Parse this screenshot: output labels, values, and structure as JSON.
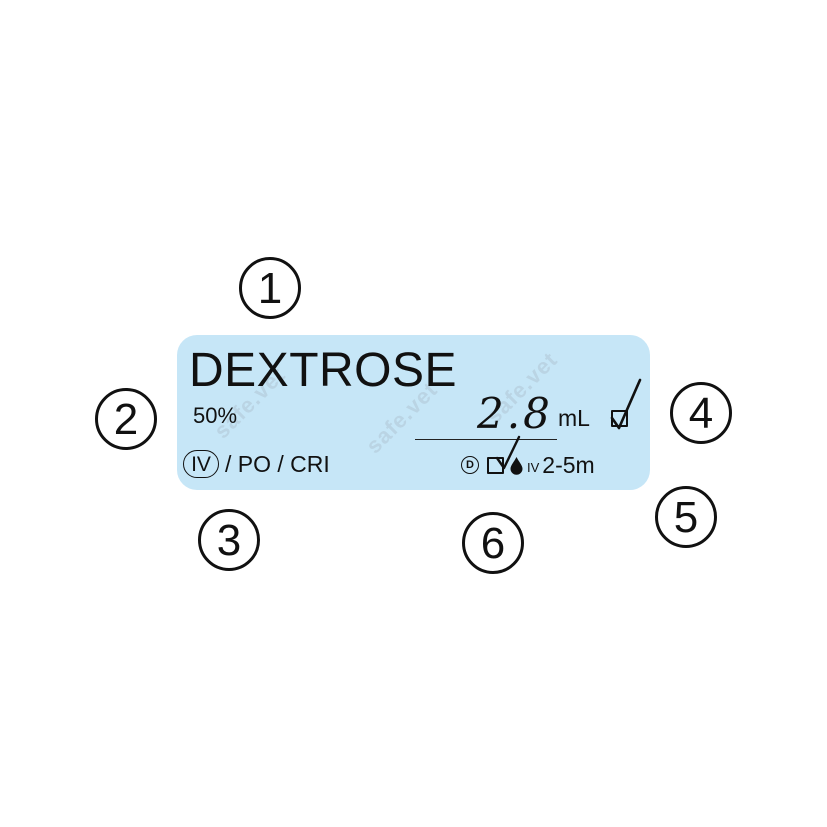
{
  "callouts": [
    "1",
    "2",
    "3",
    "4",
    "5",
    "6"
  ],
  "label": {
    "background_color": "#c6e6f7",
    "drug_name": "DEXTROSE",
    "concentration": "50%",
    "route": {
      "selected": "IV",
      "rest": "/ PO / CRI"
    },
    "dose": {
      "value": "2.8",
      "unit": "mL"
    },
    "administration": {
      "dilute_symbol": "D",
      "drop_icon": "drop-icon",
      "route_small": "IV",
      "rate": "2-5m"
    }
  },
  "watermark": "safe.vet"
}
